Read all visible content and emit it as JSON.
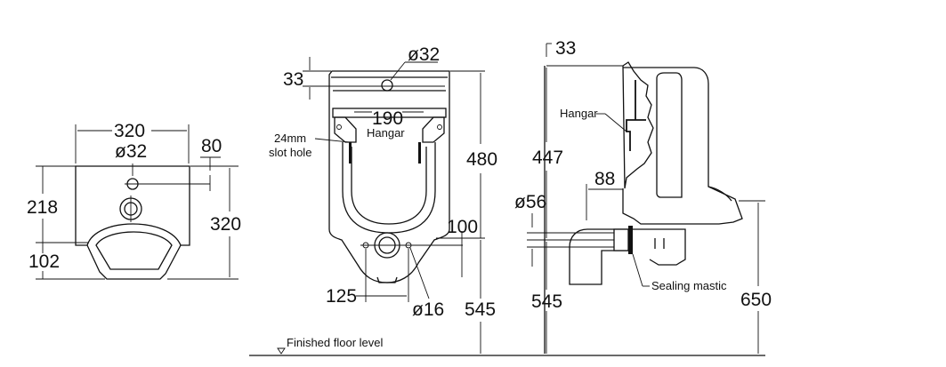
{
  "front_view": {
    "d_width": "320",
    "d_hole_dia": "ø32",
    "d_80": "80",
    "d_218": "218",
    "d_320_height": "320",
    "d_102": "102"
  },
  "rear_view": {
    "d_hole_dia": "ø32",
    "d_33": "33",
    "d_190": "190",
    "label_hangar": "Hangar",
    "label_slot_line1": "24mm",
    "label_slot_line2": "slot hole",
    "d_480": "480",
    "d_100": "100",
    "d_125": "125",
    "d_16": "ø16",
    "d_545": "545"
  },
  "side_view": {
    "d_33": "33",
    "label_hangar": "Hangar",
    "d_447": "447",
    "d_88": "88",
    "d_56": "ø56",
    "label_sealing": "Sealing mastic",
    "d_545": "545",
    "d_650": "650"
  },
  "floor_label": "Finished floor level"
}
